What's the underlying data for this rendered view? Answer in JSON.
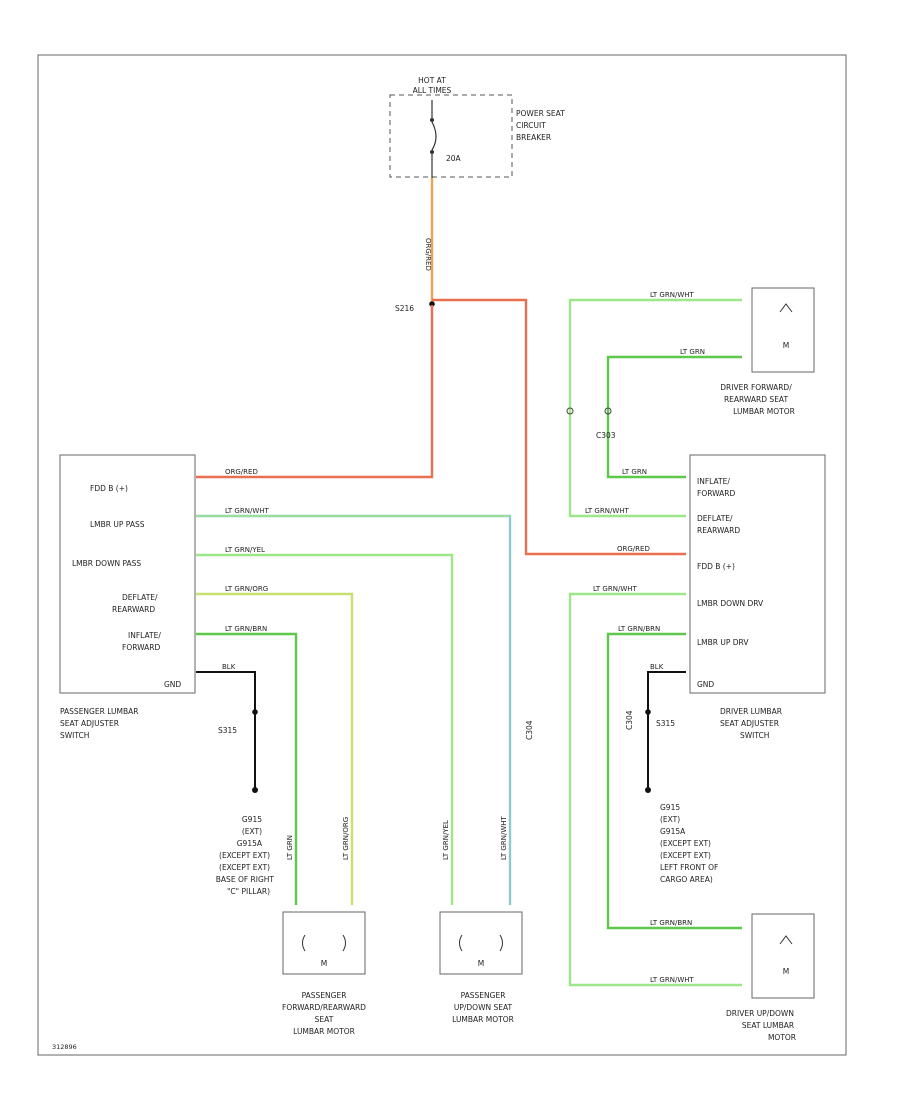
{
  "colors": {
    "orange_red": "#e87050",
    "orange": "#f0a050",
    "light_green": "#9ee68a",
    "green": "#5ec84a",
    "yellow_green": "#c8e070",
    "blue_green": "#90c8d0",
    "black": "#111111"
  },
  "fuse_box": {
    "title_l1": "HOT AT",
    "title_l2": "ALL TIMES",
    "breaker_l1": "POWER SEAT",
    "breaker_l2": "CIRCUIT",
    "breaker_l3": "BREAKER",
    "rating": "20A"
  },
  "splices": {
    "top": "S216",
    "left_ground": "S315",
    "right_ground": "S315"
  },
  "connectors": {
    "c304": "C304",
    "c303": "C303",
    "c304_right": "C304"
  },
  "passenger_switch": {
    "pins": [
      "FDD B (+)",
      "LMBR UP PASS",
      "LMBR DOWN PASS",
      "DEFLATE/",
      "REARWARD",
      "INFLATE/",
      "FORWARD",
      "GND"
    ],
    "caption": [
      "PASSENGER LUMBAR",
      "SEAT ADJUSTER",
      "SWITCH"
    ]
  },
  "driver_switch": {
    "pins": [
      "INFLATE/",
      "FORWARD",
      "DEFLATE/",
      "REARWARD",
      "FDD B (+)",
      "LMBR DOWN DRV",
      "LMBR UP DRV",
      "GND"
    ],
    "caption": [
      "DRIVER LUMBAR",
      "SEAT ADJUSTER",
      "SWITCH"
    ]
  },
  "wires": {
    "org_red": "ORG/RED",
    "lt_grn_wht": "LT GRN/WHT",
    "lt_grn_yel": "LT GRN/YEL",
    "lt_grn_org": "LT GRN/ORG",
    "lt_grn_brn": "LT GRN/BRN",
    "lt_grn": "LT GRN",
    "blk": "BLK",
    "lt_grn_vert": "LT GRN"
  },
  "ground_left": [
    "G915",
    "(EXT)",
    "G915A",
    "(EXCEPT EXT)",
    "(EXCEPT EXT)",
    "BASE OF RIGHT",
    "\"C\" PILLAR)"
  ],
  "ground_right": [
    "G915",
    "(EXT)",
    "G915A",
    "(EXCEPT EXT)",
    "(EXCEPT EXT)",
    "LEFT FRONT OF",
    "CARGO AREA)"
  ],
  "motors": {
    "driver_fwd": [
      "DRIVER FORWARD/",
      "REARWARD SEAT",
      "LUMBAR MOTOR"
    ],
    "driver_updown": [
      "DRIVER UP/DOWN",
      "SEAT LUMBAR",
      "MOTOR"
    ],
    "pass_fwd": [
      "PASSENGER",
      "FORWARD/REARWARD",
      "SEAT",
      "LUMBAR MOTOR"
    ],
    "pass_updown": [
      "PASSENGER",
      "UP/DOWN SEAT",
      "LUMBAR MOTOR"
    ],
    "motor_letter": "M"
  },
  "footer_id": "312896"
}
